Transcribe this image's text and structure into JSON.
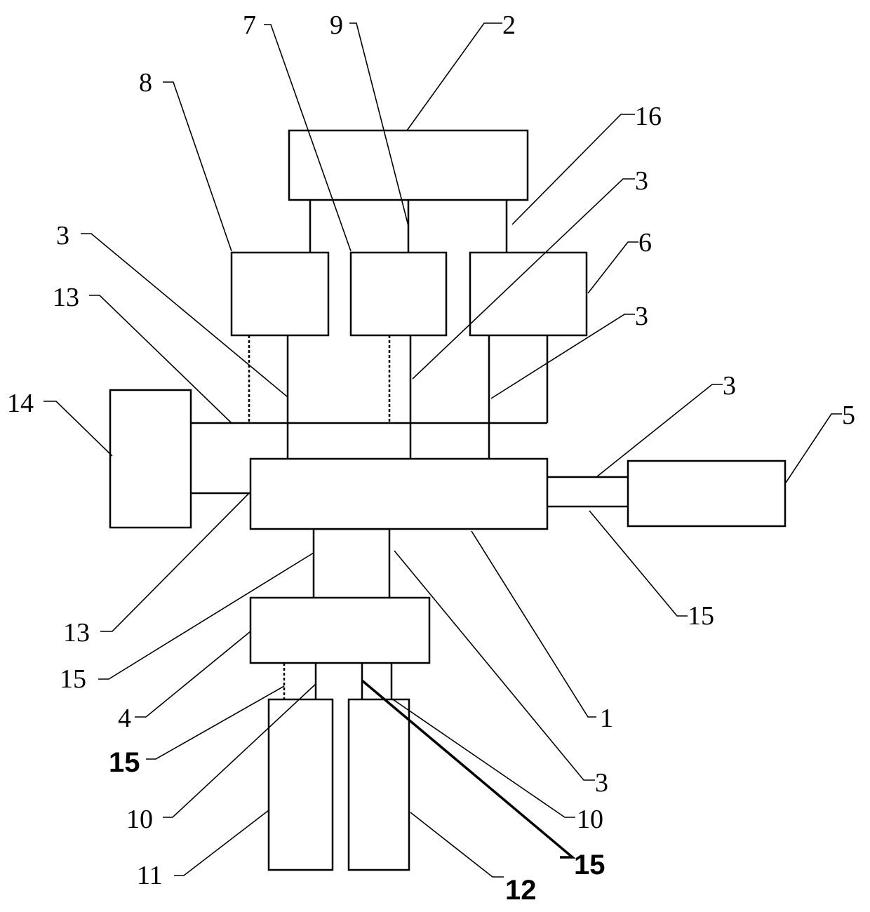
{
  "labels": {
    "l1": "1",
    "l2": "2",
    "l3a": "3",
    "l3b": "3",
    "l3c": "3",
    "l3d": "3",
    "l3e": "3",
    "l4": "4",
    "l5": "5",
    "l6": "6",
    "l7": "7",
    "l8": "8",
    "l9": "9",
    "l10a": "10",
    "l10b": "10",
    "l11": "11",
    "l12": "12",
    "l13a": "13",
    "l13b": "13",
    "l14": "14",
    "l15a": "15",
    "l15b": "15",
    "l15c": "15",
    "l15d": "15",
    "l16": "16"
  }
}
